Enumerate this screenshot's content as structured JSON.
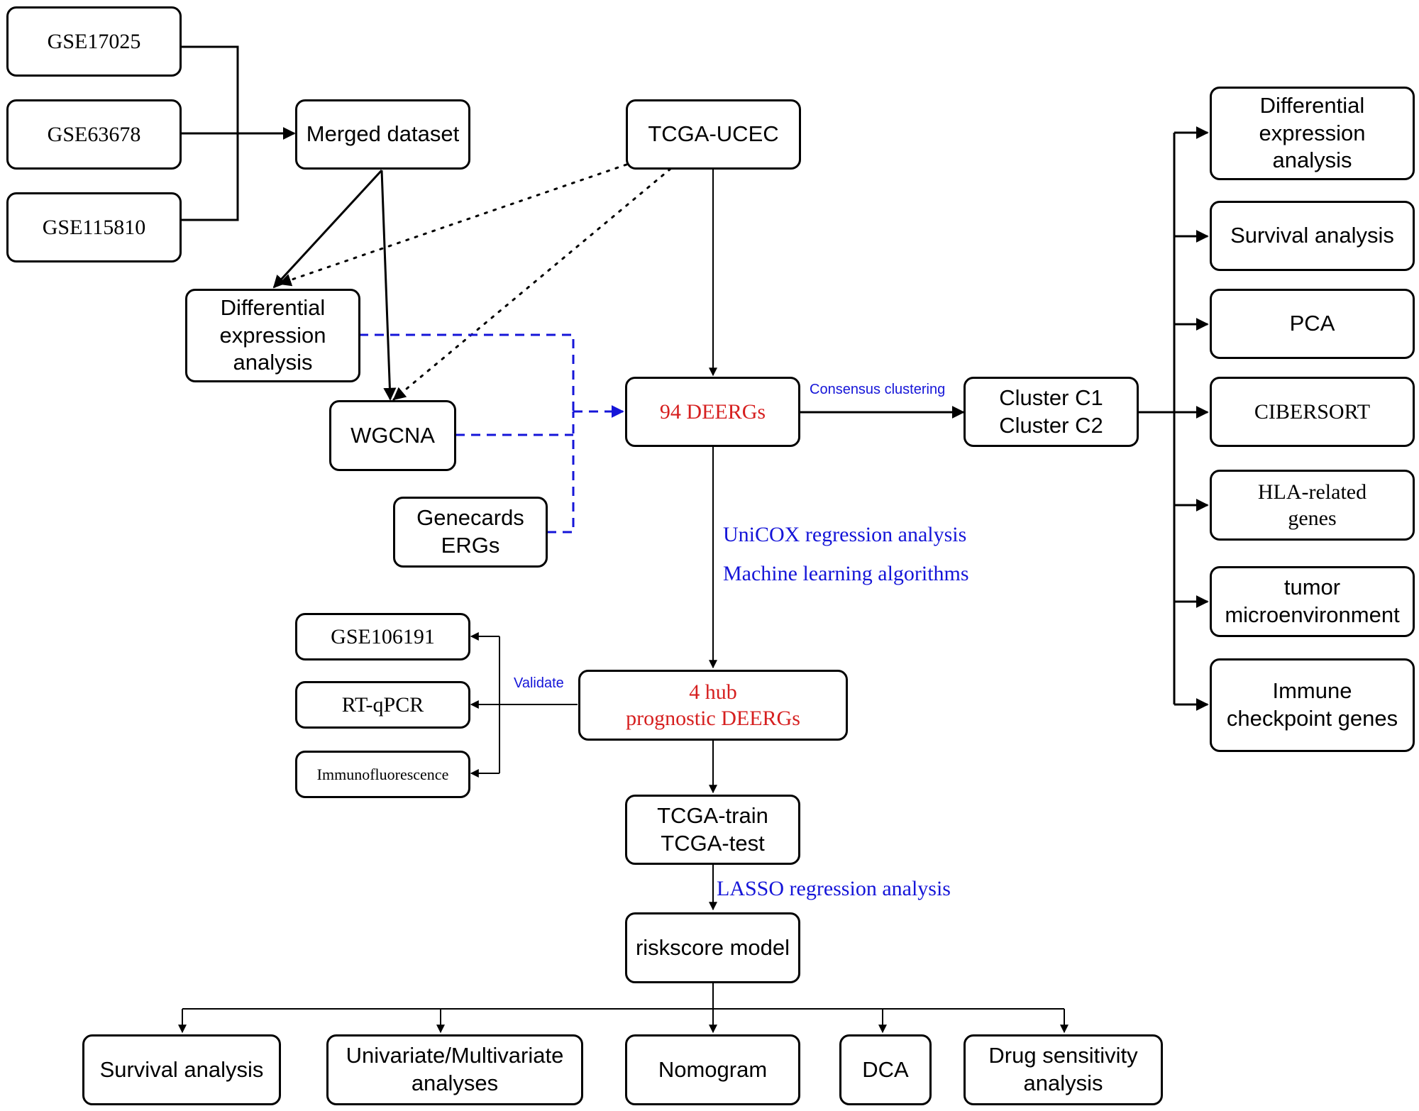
{
  "nodes": {
    "gse17025": "GSE17025",
    "gse63678": "GSE63678",
    "gse115810": "GSE115810",
    "merged": "Merged dataset",
    "tcga_ucec": "TCGA-UCEC",
    "dea_left": "Differential\nexpression\nanalysis",
    "wgcna": "WGCNA",
    "genecards": "Genecards\nERGs",
    "deergs94": "94 DEERGs",
    "clusters": "Cluster C1\nCluster C2",
    "r_dea": "Differential\nexpression\nanalysis",
    "r_survival": "Survival analysis",
    "r_pca": "PCA",
    "r_cibersort": "CIBERSORT",
    "r_hla": "HLA-related\ngenes",
    "r_tme": "tumor\nmicroenvironment",
    "r_icg": "Immune\ncheckpoint genes",
    "gse106191": "GSE106191",
    "rtqpcr": "RT-qPCR",
    "immunofluorescence": "Immunofluorescence",
    "hub4": "4 hub\nprognostic DEERGs",
    "tcga_split": "TCGA-train\nTCGA-test",
    "riskscore": "riskscore model",
    "b_survival": "Survival analysis",
    "b_unimulti": "Univariate/Multivariate\nanalyses",
    "b_nomogram": "Nomogram",
    "b_dca": "DCA",
    "b_drug": "Drug sensitivity\nanalysis"
  },
  "edge_labels": {
    "consensus": "Consensus clustering",
    "unicox": "UniCOX regression analysis",
    "ml": "Machine learning algorithms",
    "validate": "Validate",
    "lasso": "LASSO regression analysis"
  },
  "colors": {
    "line": "#000000",
    "dashed": "#1515d8",
    "label_blue": "#1515d8",
    "highlight_red": "#d61f1f"
  }
}
